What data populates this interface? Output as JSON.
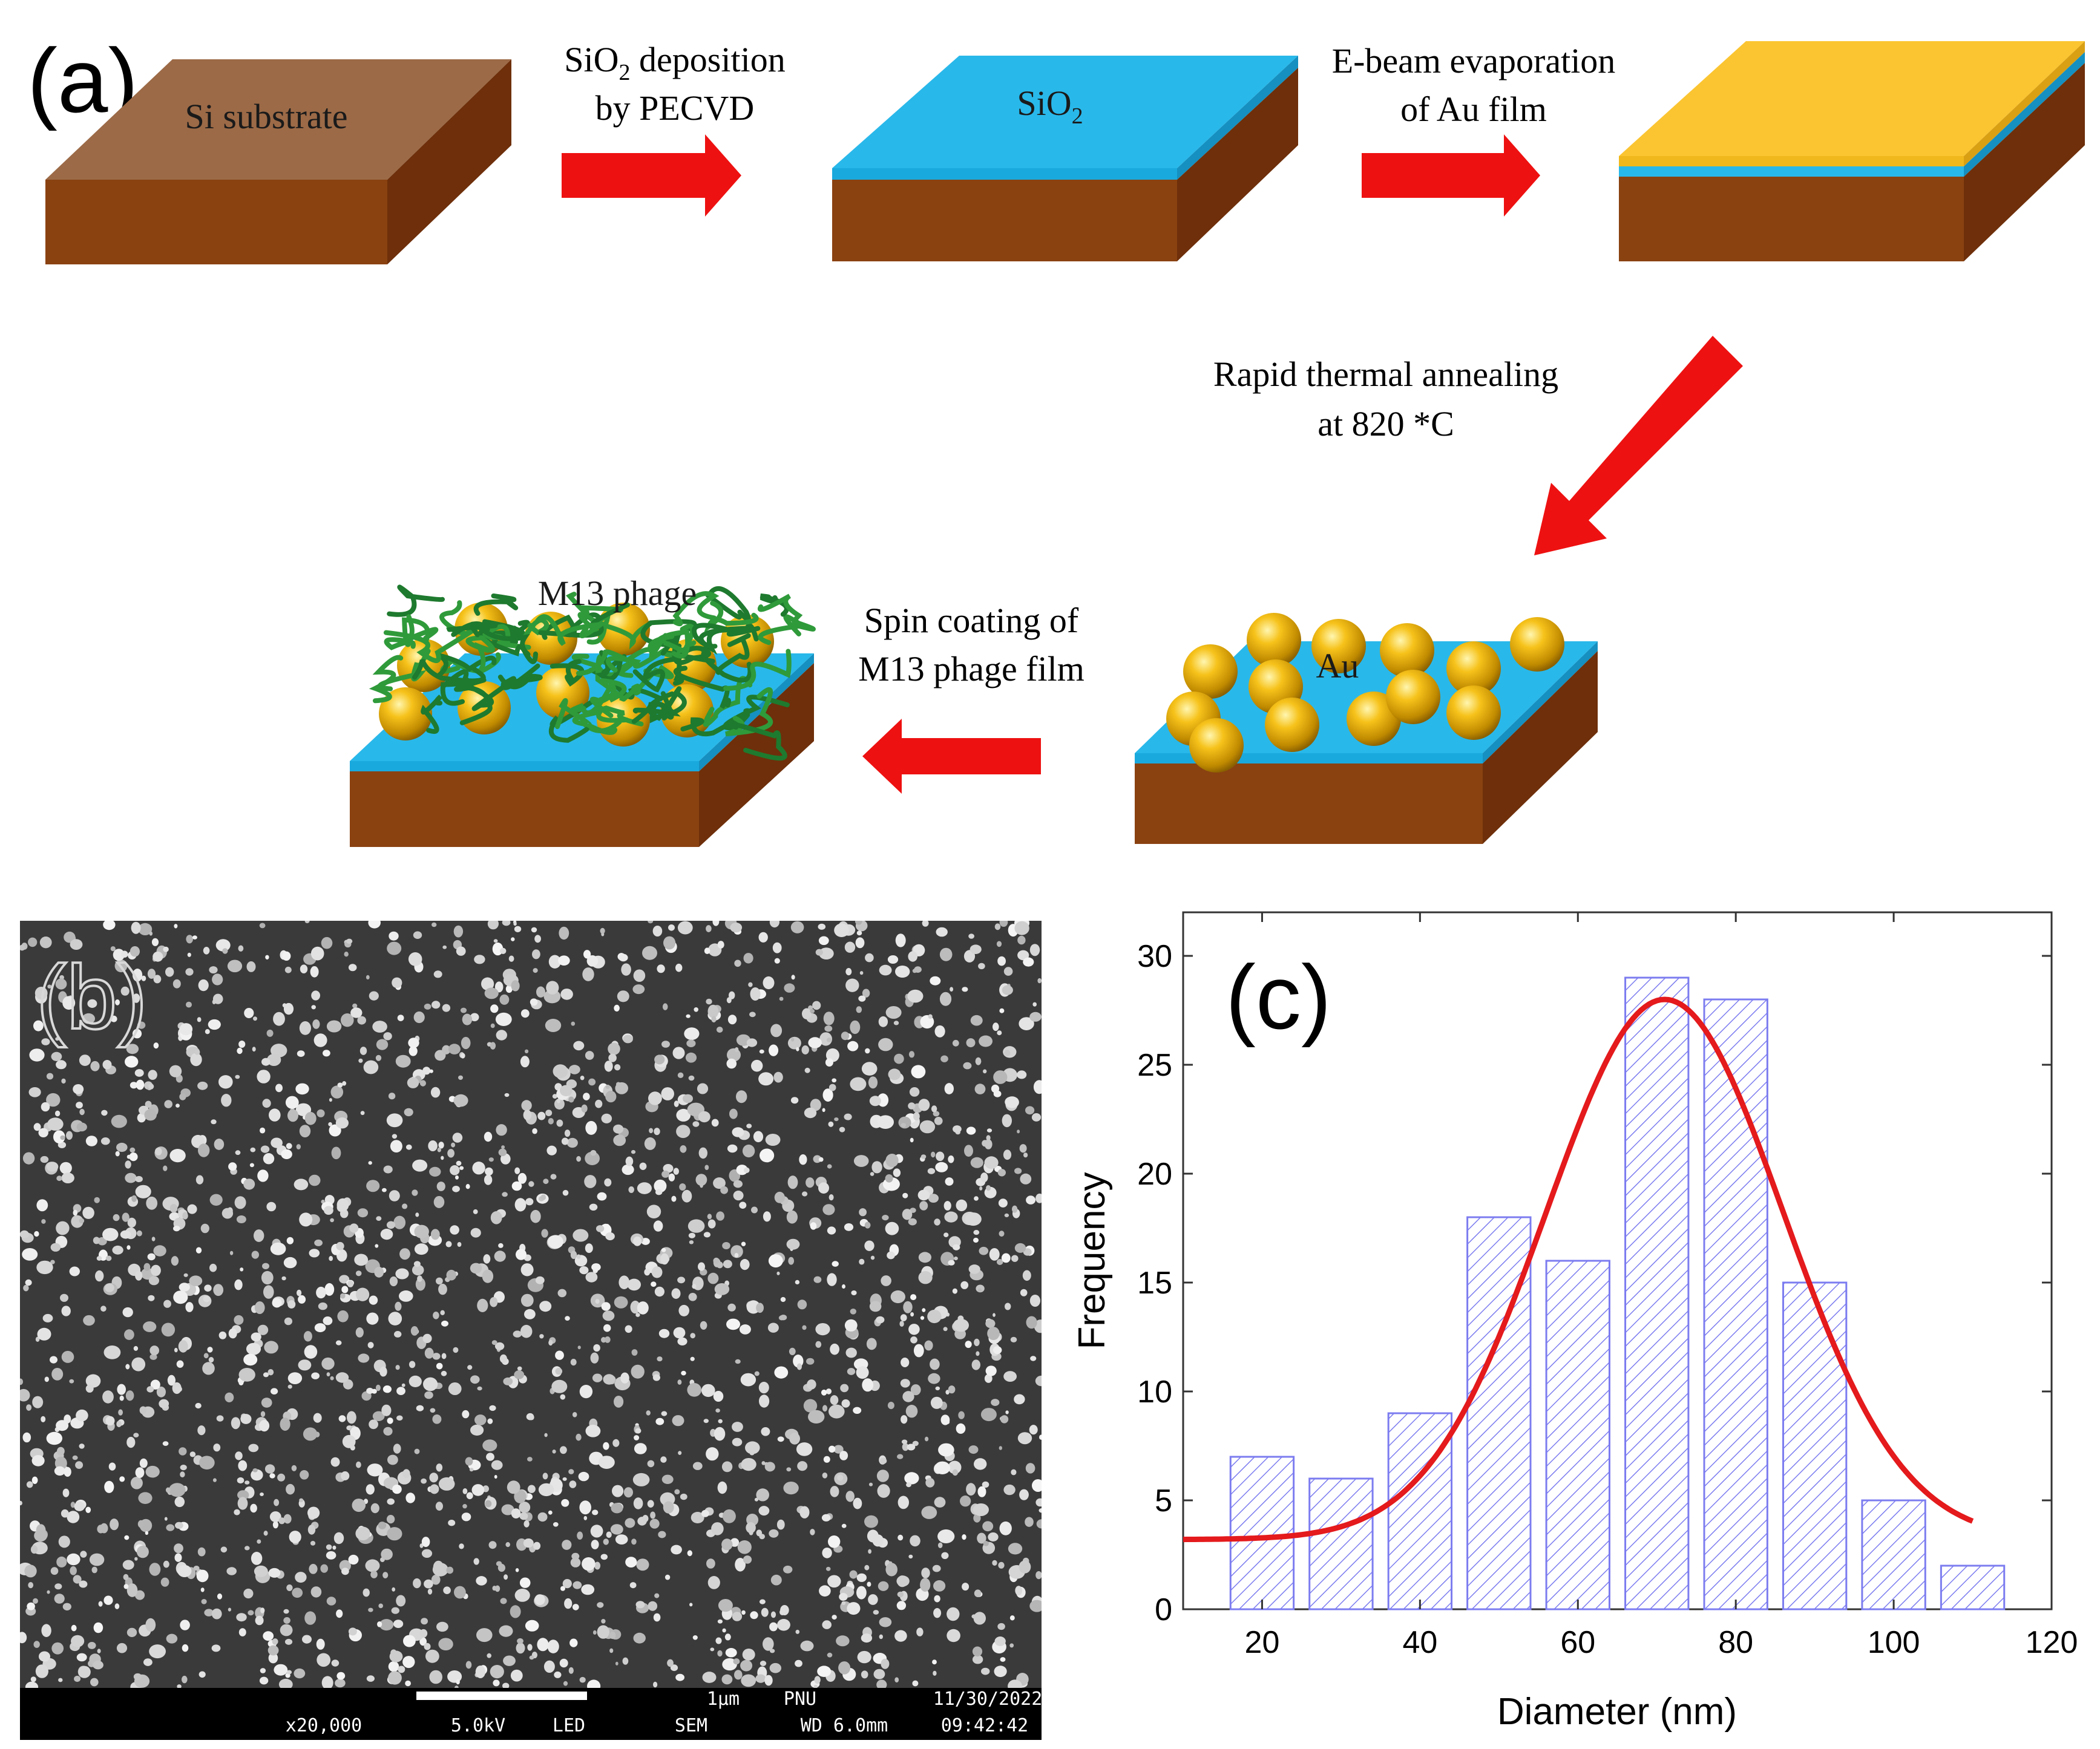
{
  "panel_a": {
    "label": "(a)",
    "block1_label": "Si substrate",
    "step1_line1_main": "SiO",
    "step1_line1_sub": "2",
    "step1_line1_rest": " deposition",
    "step1_line2": "by PECVD",
    "block2_label_main": "SiO",
    "block2_label_sub": "2",
    "step2_line1": "E-beam evaporation",
    "step2_line2": "of Au film",
    "step3_line1": "Rapid thermal annealing",
    "step3_line2": "at 820 *C",
    "au_label": "Au",
    "step4_line1": "Spin coating of",
    "step4_line2": "M13 phage film",
    "phage_label": "M13 phage"
  },
  "panel_b": {
    "label": "(b)",
    "scalebar_label": "1µm",
    "info_institution": "PNU",
    "info_date": "11/30/2022",
    "info_magnification": "x20,000",
    "info_voltage": "5.0kV",
    "info_detector": "LED",
    "info_mode": "SEM",
    "info_wd": "WD 6.0mm",
    "info_time": "09:42:42"
  },
  "colors": {
    "substrate_top": "#9c6a47",
    "substrate_front": "#8a4211",
    "substrate_side": "#6e2f0a",
    "sio2": "#29b8ea",
    "au_film": "#fbc531",
    "arrow": "#ee1111",
    "sem_bg": "#3a3a3a",
    "hist_hatch": "#7c7cf0",
    "fit_curve": "#e41a1c"
  },
  "chart_data": {
    "type": "bar",
    "panel_label": "(c)",
    "xlabel": "Diameter (nm)",
    "ylabel": "Frequency",
    "xlim": [
      10,
      120
    ],
    "ylim": [
      0,
      32
    ],
    "xticks": [
      20,
      40,
      60,
      80,
      100,
      120
    ],
    "yticks": [
      0,
      5,
      10,
      15,
      20,
      25,
      30
    ],
    "bin_width": 8,
    "bins": [
      {
        "center": 20,
        "value": 7
      },
      {
        "center": 30,
        "value": 6
      },
      {
        "center": 40,
        "value": 9
      },
      {
        "center": 50,
        "value": 18
      },
      {
        "center": 60,
        "value": 16
      },
      {
        "center": 70,
        "value": 29
      },
      {
        "center": 80,
        "value": 28
      },
      {
        "center": 90,
        "value": 15
      },
      {
        "center": 100,
        "value": 5
      },
      {
        "center": 110,
        "value": 2
      }
    ],
    "fit": {
      "type": "gaussian",
      "baseline": 3.2,
      "amplitude": 24.8,
      "center": 71,
      "sigma": 15,
      "x_range": [
        10,
        110
      ]
    },
    "grid": false,
    "legend": "none"
  }
}
